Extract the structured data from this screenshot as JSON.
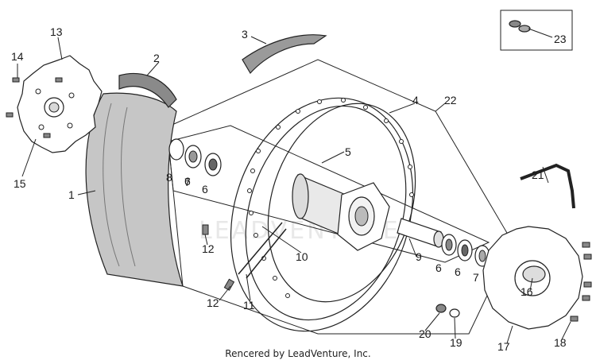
{
  "diagram": {
    "callouts": {
      "c1": "1",
      "c2": "2",
      "c3": "3",
      "c4": "4",
      "c5": "5",
      "c6a": "6",
      "c6b": "6",
      "c6c": "6",
      "c6d": "6",
      "c7a": "7",
      "c7b": "7",
      "c8": "8",
      "c9": "9",
      "c10": "10",
      "c11": "11",
      "c12a": "12",
      "c12b": "12",
      "c13": "13",
      "c14": "14",
      "c15": "15",
      "c16": "16",
      "c17": "17",
      "c18": "18",
      "c19": "19",
      "c20": "20",
      "c21": "21",
      "c22": "22",
      "c23": "23"
    },
    "watermark": "LEADVENTURE",
    "footer": "Rencered by LeadVenture, Inc."
  }
}
